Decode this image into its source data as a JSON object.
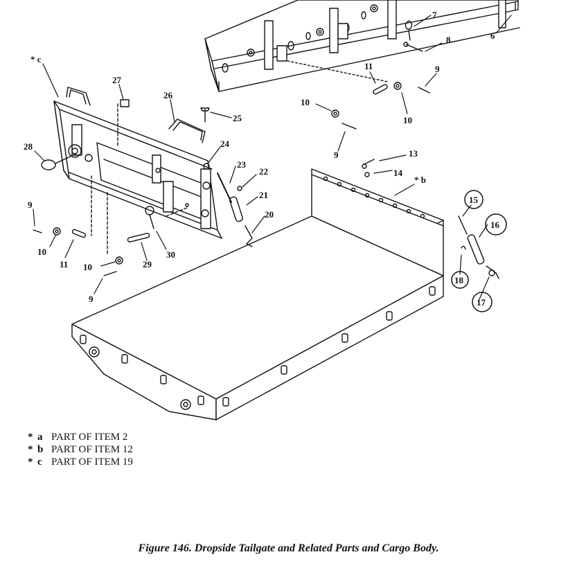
{
  "figure": {
    "caption": "Figure 146. Dropside Tailgate and Related Parts and Cargo Body."
  },
  "callouts": {
    "c_star": "* c",
    "b_star": "* b",
    "n6": "6",
    "n7": "7",
    "n8": "8",
    "n9a": "9",
    "n9b": "9",
    "n9c": "9",
    "n9d": "9",
    "n10a": "10",
    "n10b": "10",
    "n10c": "10",
    "n10d": "10",
    "n11a": "11",
    "n11b": "11",
    "n13": "13",
    "n14": "14",
    "n15": "15",
    "n16": "16",
    "n17": "17",
    "n18": "18",
    "n20": "20",
    "n21": "21",
    "n22": "22",
    "n23": "23",
    "n24": "24",
    "n25": "25",
    "n26": "26",
    "n27": "27",
    "n28": "28",
    "n29": "29",
    "n30": "30"
  },
  "notes": [
    {
      "star": "*",
      "letter": "a",
      "text": "PART OF ITEM 2"
    },
    {
      "star": "*",
      "letter": "b",
      "text": "PART OF ITEM 12"
    },
    {
      "star": "*",
      "letter": "c",
      "text": "PART OF ITEM 19"
    }
  ],
  "colors": {
    "ink": "#111111",
    "paper": "#ffffff"
  }
}
